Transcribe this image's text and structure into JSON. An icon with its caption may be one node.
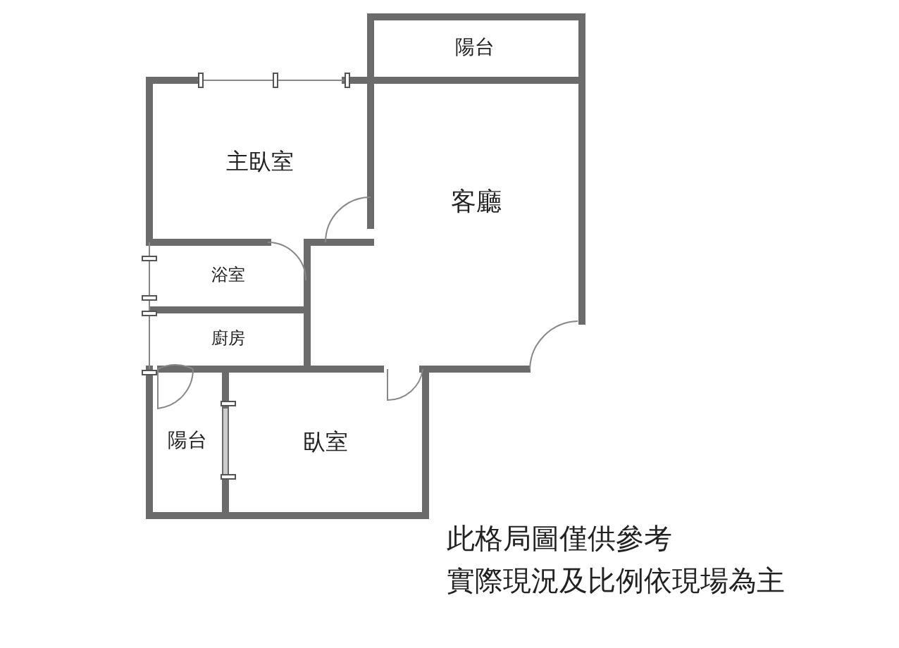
{
  "diagram": {
    "nodes": [
      {
        "text": [
          "陽台"
        ]
      },
      {
        "text": [
          "主臥室"
        ]
      },
      {
        "text": [
          "客廳"
        ]
      },
      {
        "text": [
          "浴室"
        ]
      },
      {
        "text": [
          "廚房"
        ]
      },
      {
        "text": [
          "陽台"
        ]
      },
      {
        "text": [
          "臥室"
        ]
      }
    ],
    "labels": [
      "此格局圖僅供參考",
      "實際現況及比例依現場為主"
    ]
  }
}
